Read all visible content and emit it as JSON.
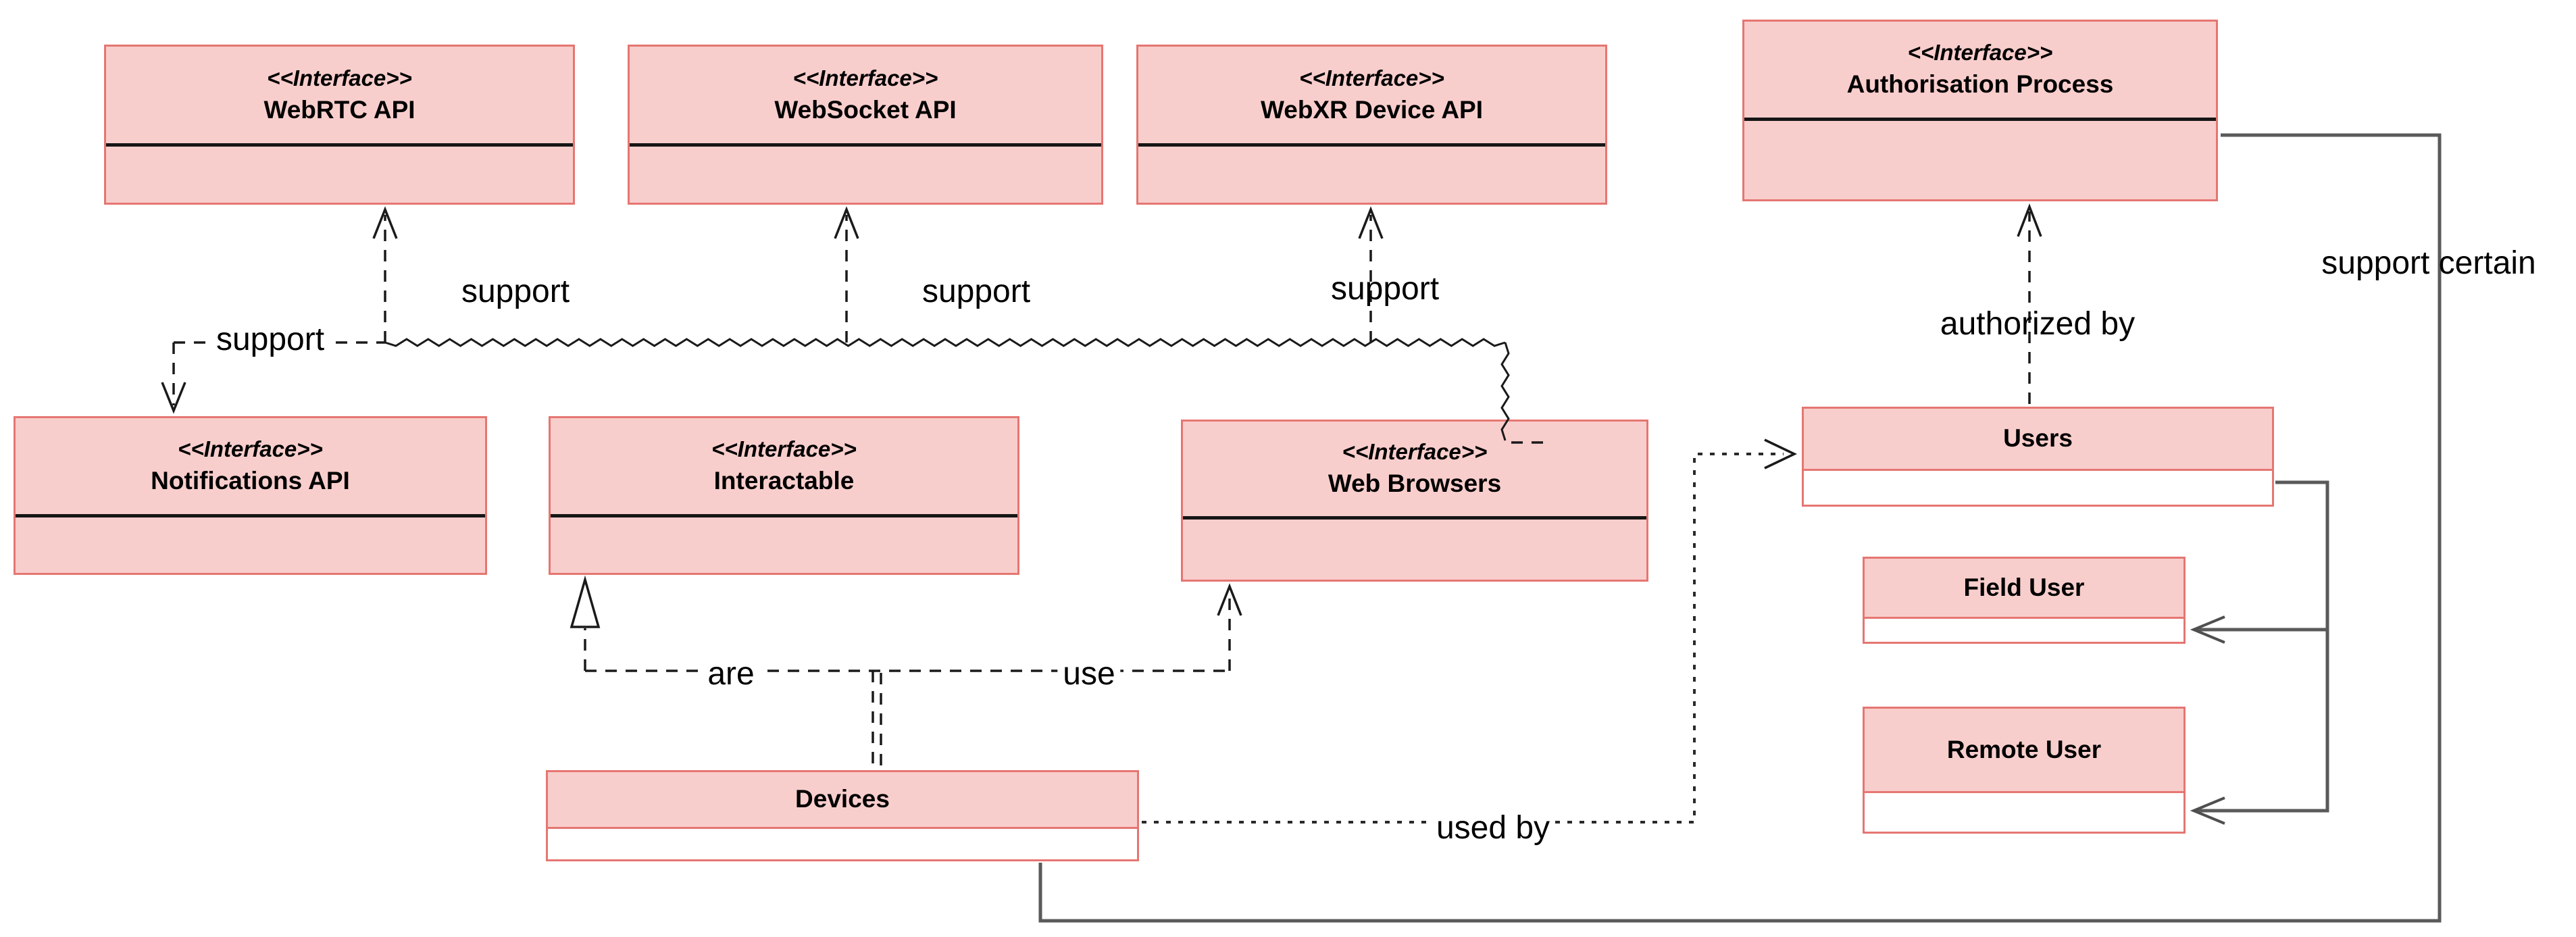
{
  "colors": {
    "background": "#ffffff",
    "box_fill": "#f8cecc",
    "box_border": "#e57672",
    "interface_divider": "#161616",
    "dashed_line": "#1a1a1a",
    "solid_line": "#5a5a5a",
    "label_text": "#000000"
  },
  "boxes": {
    "webrtc": {
      "stereotype": "<<Interface>>",
      "name": "WebRTC API"
    },
    "websocket": {
      "stereotype": "<<Interface>>",
      "name": "WebSocket API"
    },
    "webxr": {
      "stereotype": "<<Interface>>",
      "name": "WebXR Device API"
    },
    "authorisation": {
      "stereotype": "<<Interface>>",
      "name": "Authorisation Process"
    },
    "notifications": {
      "stereotype": "<<Interface>>",
      "name": "Notifications API"
    },
    "interactable": {
      "stereotype": "<<Interface>>",
      "name": "Interactable"
    },
    "web_browsers": {
      "stereotype": "<<Interface>>",
      "name": "Web Browsers"
    },
    "users": {
      "name": "Users"
    },
    "field_user": {
      "name": "Field User"
    },
    "remote_user": {
      "name": "Remote User"
    },
    "devices": {
      "name": "Devices"
    }
  },
  "edge_labels": {
    "support_notifications": "support",
    "support_webrtc": "support",
    "support_websocket": "support",
    "support_webxr": "support",
    "authorized_by": "authorized by",
    "support_certain": "support certain",
    "are": "are",
    "use": "use",
    "used_by": "used by"
  }
}
